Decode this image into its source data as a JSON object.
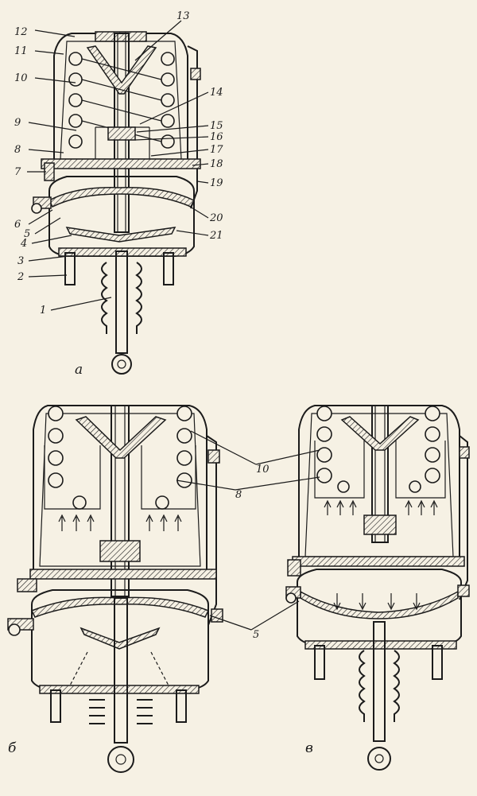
{
  "figure": {
    "views": [
      {
        "id": "a",
        "caption": "а"
      },
      {
        "id": "b",
        "caption": "б"
      },
      {
        "id": "v",
        "caption": "в"
      }
    ],
    "labels_a": [
      "1",
      "2",
      "3",
      "4",
      "5",
      "6",
      "7",
      "8",
      "9",
      "10",
      "11",
      "12",
      "13",
      "14",
      "15",
      "16",
      "17",
      "18",
      "19",
      "20",
      "21"
    ],
    "labels_bv": [
      "10",
      "8",
      "5"
    ]
  }
}
